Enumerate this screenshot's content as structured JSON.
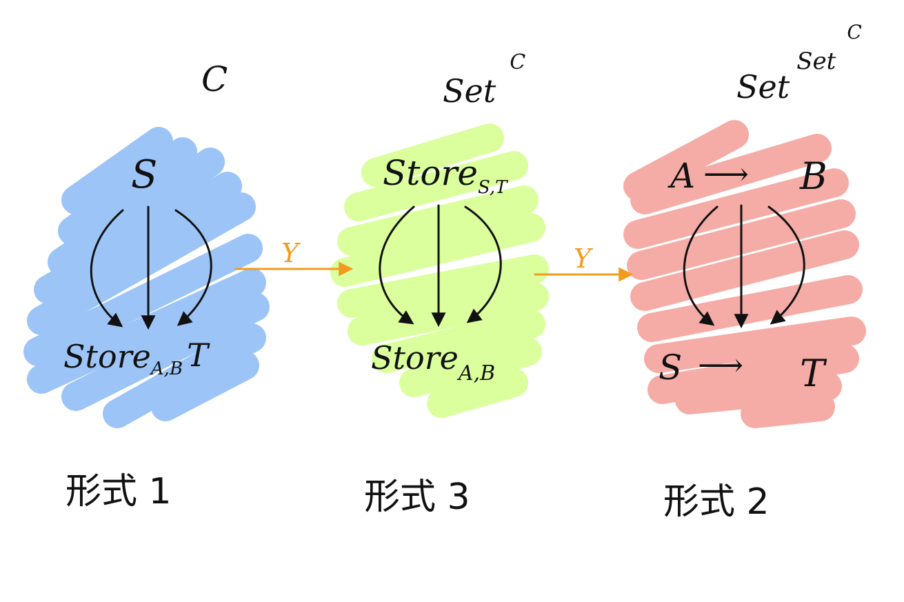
{
  "colors": {
    "panel1_scribble": "#9cc4f7",
    "panel2_scribble": "#daff9c",
    "panel3_scribble": "#f6aca6",
    "ink": "#111111",
    "functor_arrow": "#f29b1c"
  },
  "panel1": {
    "category": "C",
    "top_object": "S",
    "bottom_object": "Store",
    "bottom_subscript": "A,B",
    "bottom_suffix": "T",
    "caption": "形式 1"
  },
  "panel2": {
    "category": "Set",
    "category_superscript": "C",
    "top_object": "Store",
    "top_subscript": "S,T",
    "bottom_object": "Store",
    "bottom_subscript": "A,B",
    "caption": "形式 3"
  },
  "panel3": {
    "category": "Set",
    "category_superscript": "Set",
    "category_superscript2": "C",
    "top_left": "A",
    "top_arrow": "⟶",
    "top_right": "B",
    "bottom_left": "S",
    "bottom_arrow": "⟶",
    "bottom_right": "T",
    "caption": "形式 2"
  },
  "functor1_label": "Y",
  "functor2_label": "Y"
}
